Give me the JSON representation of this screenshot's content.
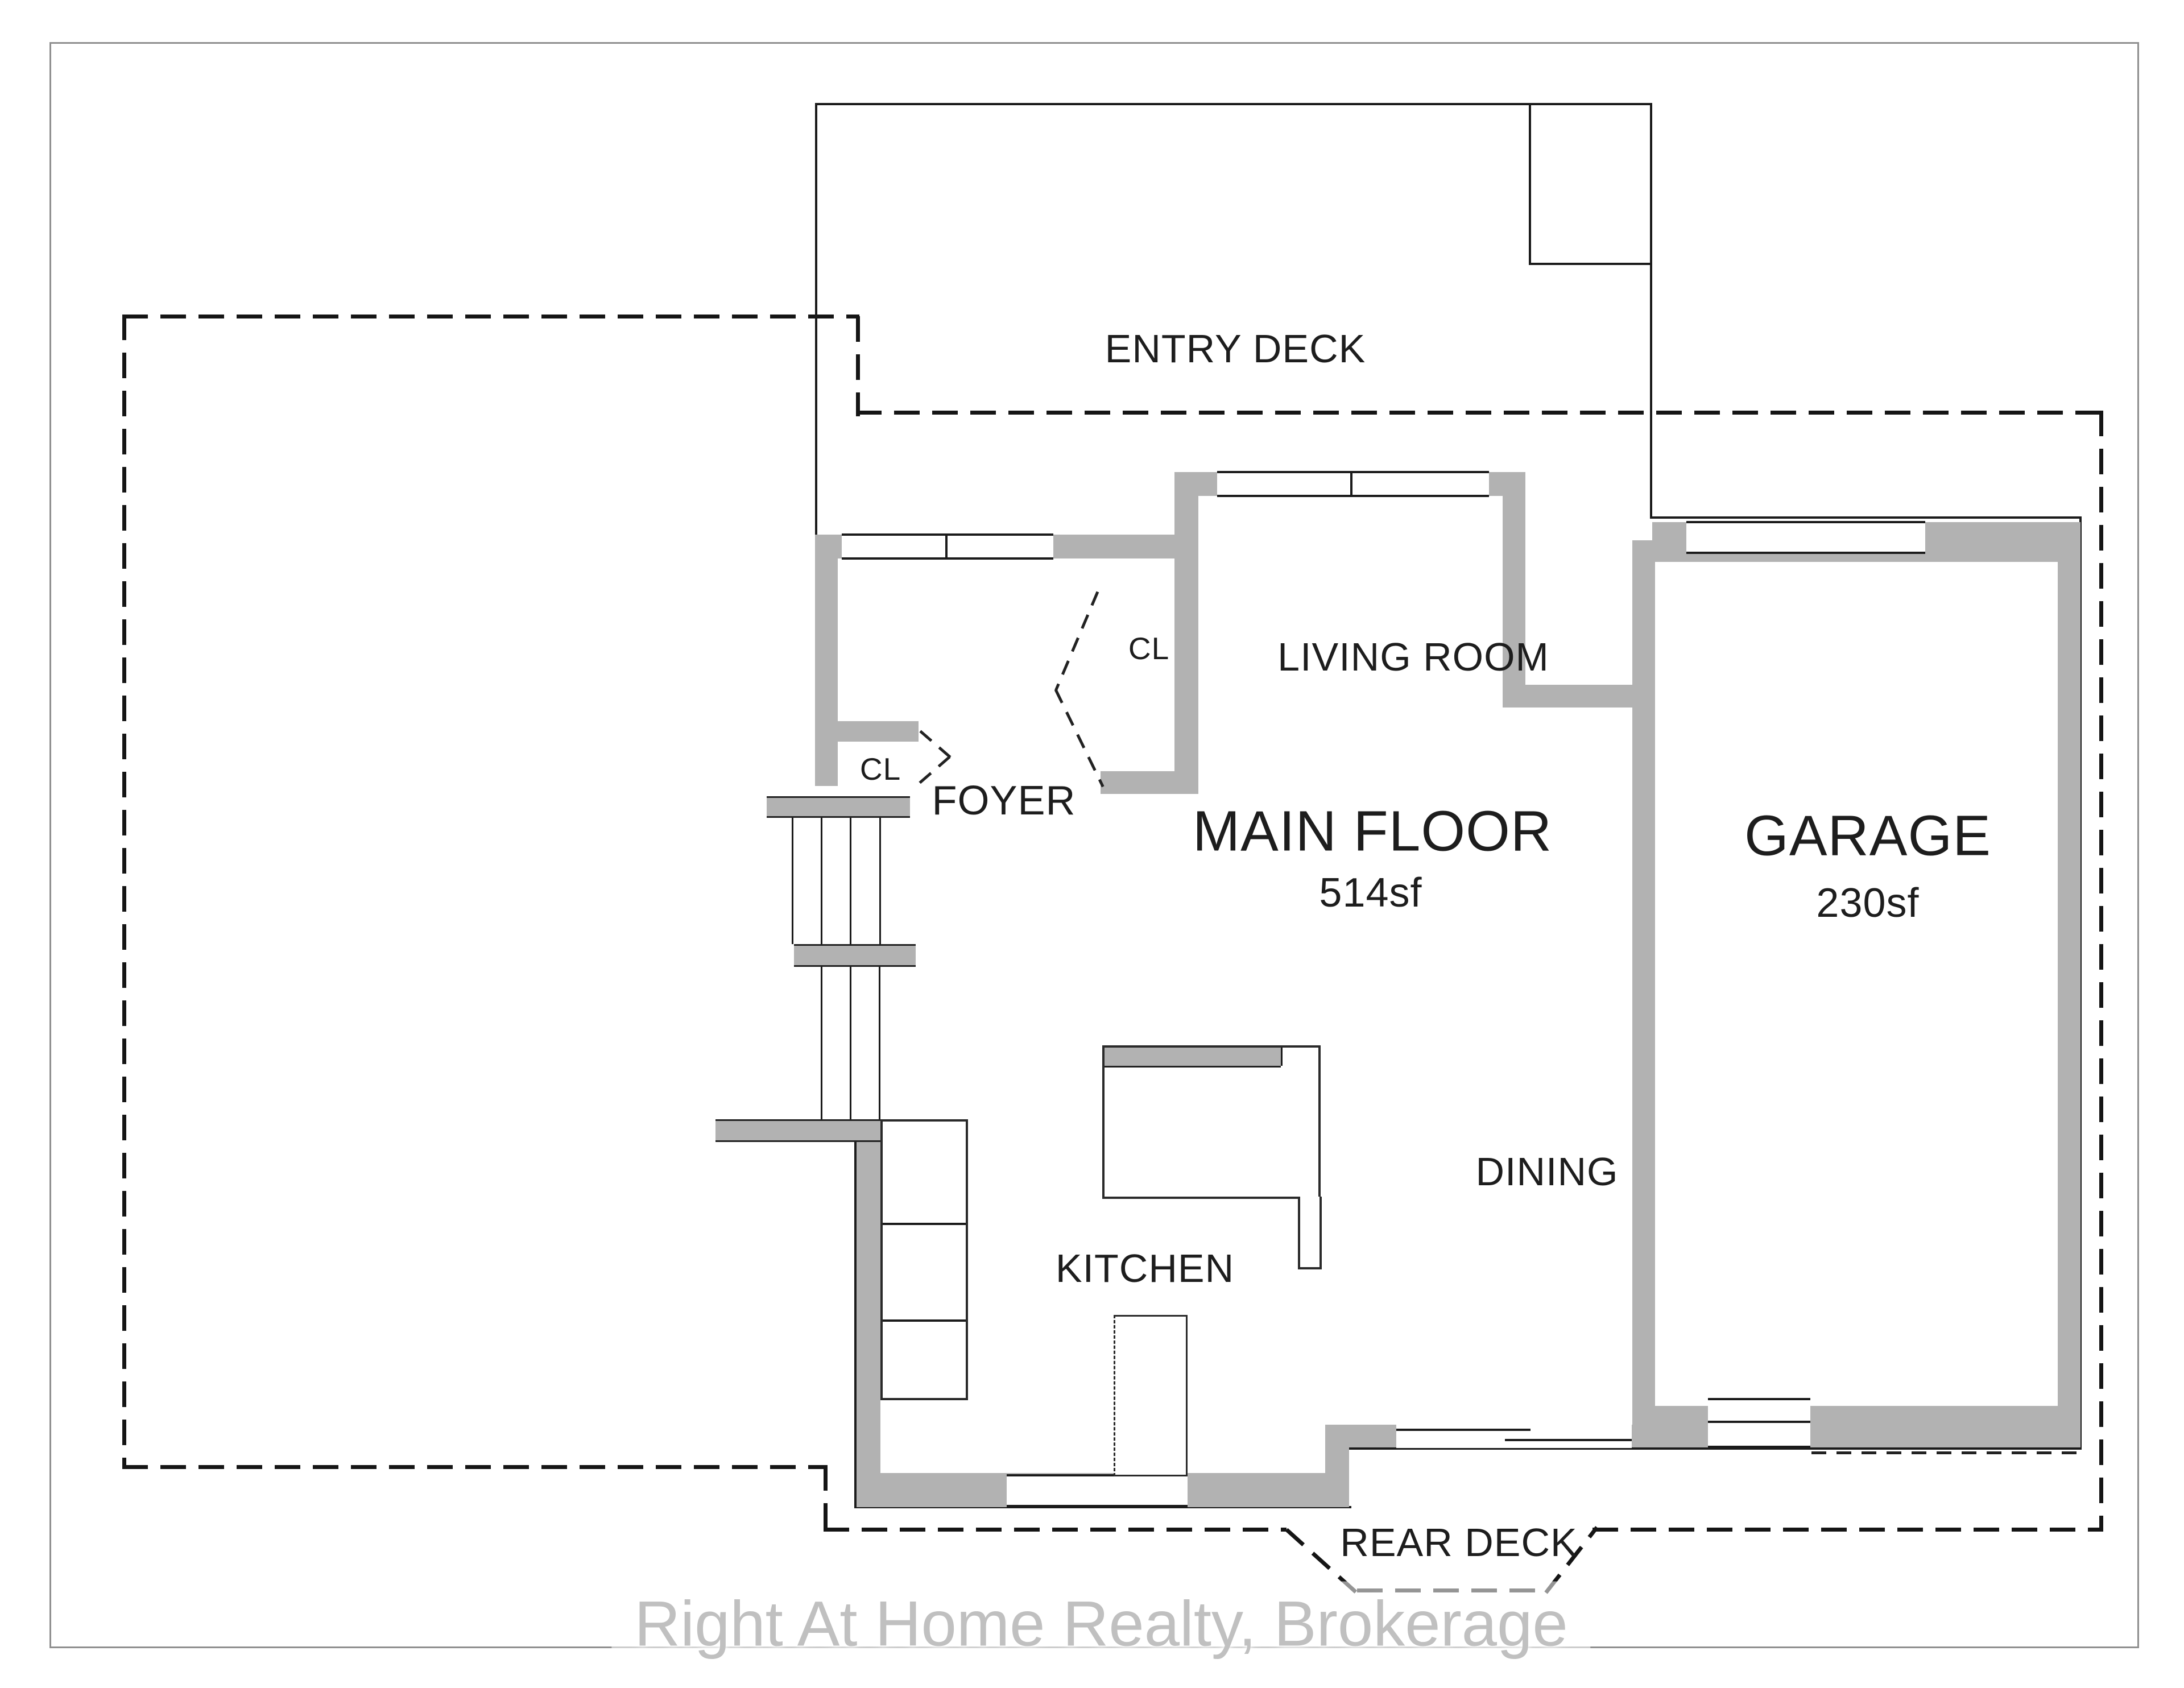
{
  "labels": {
    "entry_deck": "ENTRY DECK",
    "living_room": "LIVING ROOM",
    "closet_living": "CL",
    "foyer": "FOYER",
    "closet_foyer": "CL",
    "main_floor_title": "MAIN FLOOR",
    "main_floor_area": "514sf",
    "garage_title": "GARAGE",
    "garage_area": "230sf",
    "dining": "DINING",
    "kitchen": "KITCHEN",
    "rear_deck": "REAR DECK"
  },
  "watermark": {
    "text": "Right At Home Realty, Brokerage"
  },
  "colors": {
    "wall": "#b2b2b2",
    "line": "#1b1b1b",
    "dashed_line": "#151515",
    "page_border": "#8f8f8f",
    "watermark": "#c0c0c0",
    "background": "#ffffff"
  }
}
